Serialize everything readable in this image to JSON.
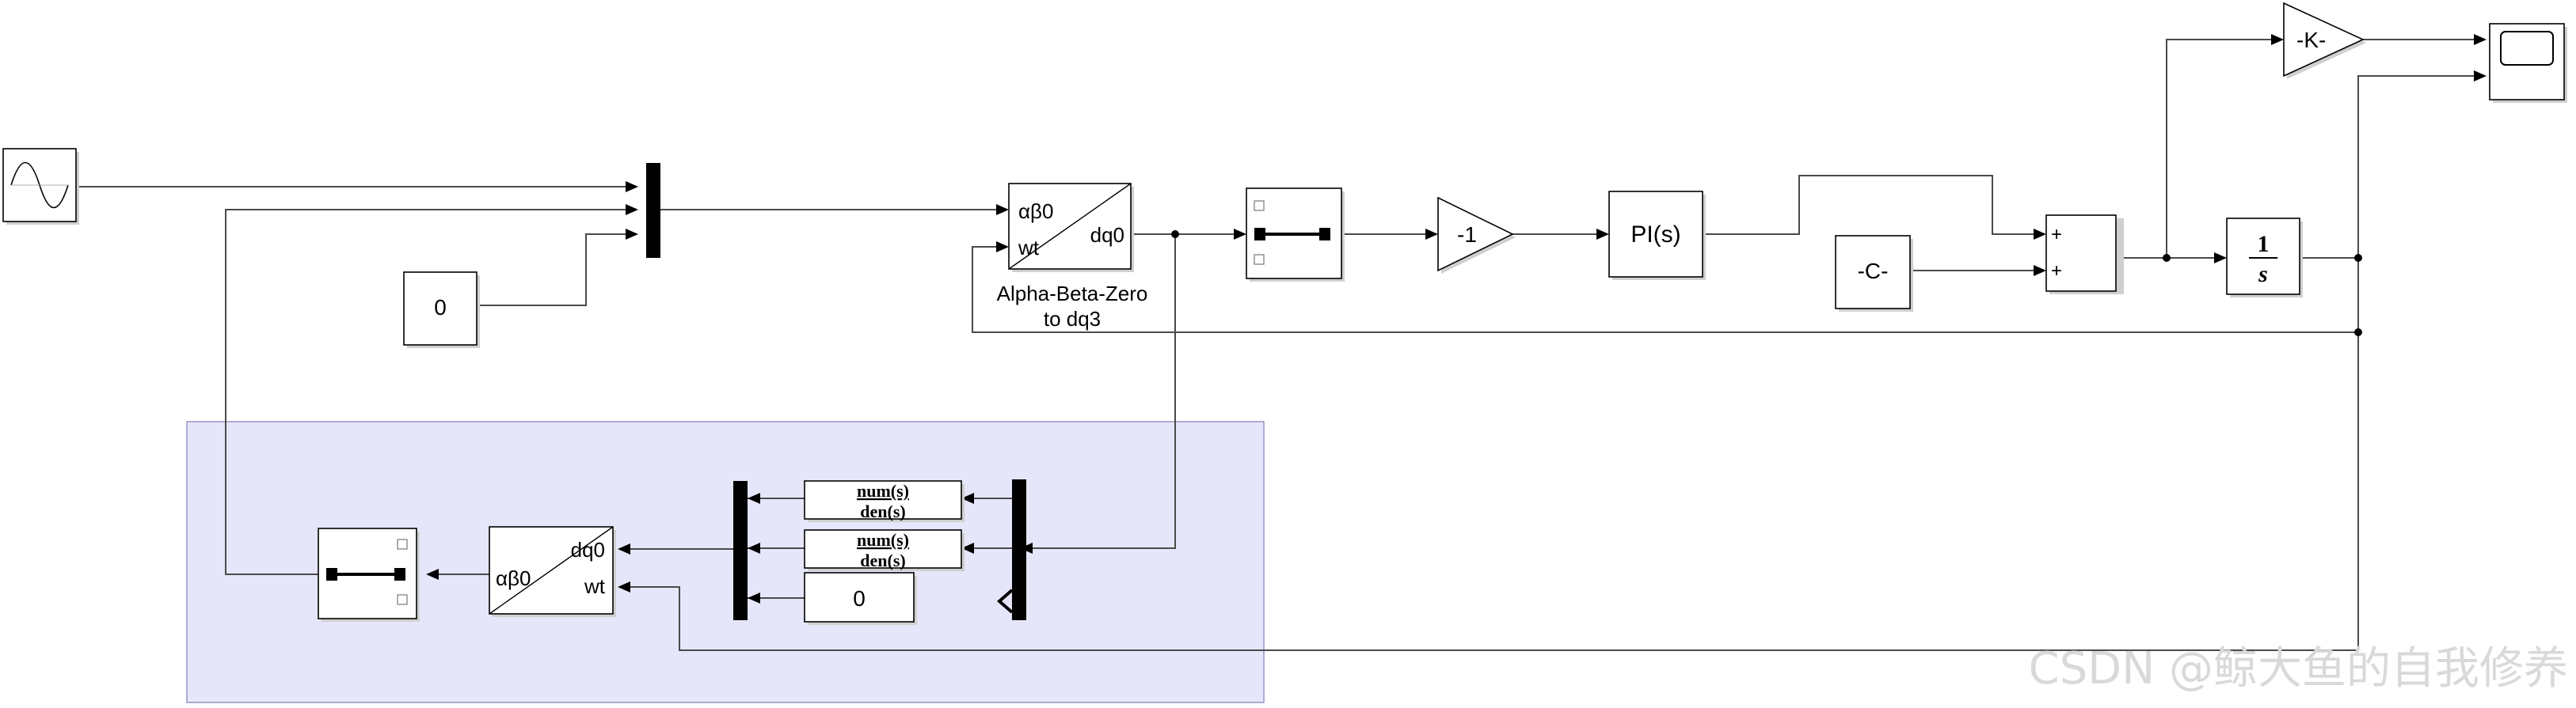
{
  "blocks": {
    "sine_wave": {
      "label": ""
    },
    "const_zero_top": {
      "label": "0"
    },
    "abz_to_dq0": {
      "in_alpha": "αβ0",
      "in_wt": "wt",
      "out_dq0": "dq0",
      "caption_line1": "Alpha-Beta-Zero",
      "caption_line2": "to dq3"
    },
    "gain_neg1": {
      "label": "-1"
    },
    "pi": {
      "label": "PI(s)"
    },
    "const_c": {
      "label": "-C-"
    },
    "sum": {
      "plus1": "+",
      "plus2": "+"
    },
    "gain_k": {
      "label": "-K-"
    },
    "integrator": {
      "num": "1",
      "den": "s"
    },
    "tf1": {
      "num": "num(s)",
      "den": "den(s)"
    },
    "tf2": {
      "num": "num(s)",
      "den": "den(s)"
    },
    "const_zero_bottom": {
      "label": "0"
    },
    "dq0_to_abz": {
      "in_dq0": "dq0",
      "in_wt": "wt",
      "out_alpha": "αβ0"
    }
  },
  "watermark": "CSDN @鲸大鱼的自我修养"
}
